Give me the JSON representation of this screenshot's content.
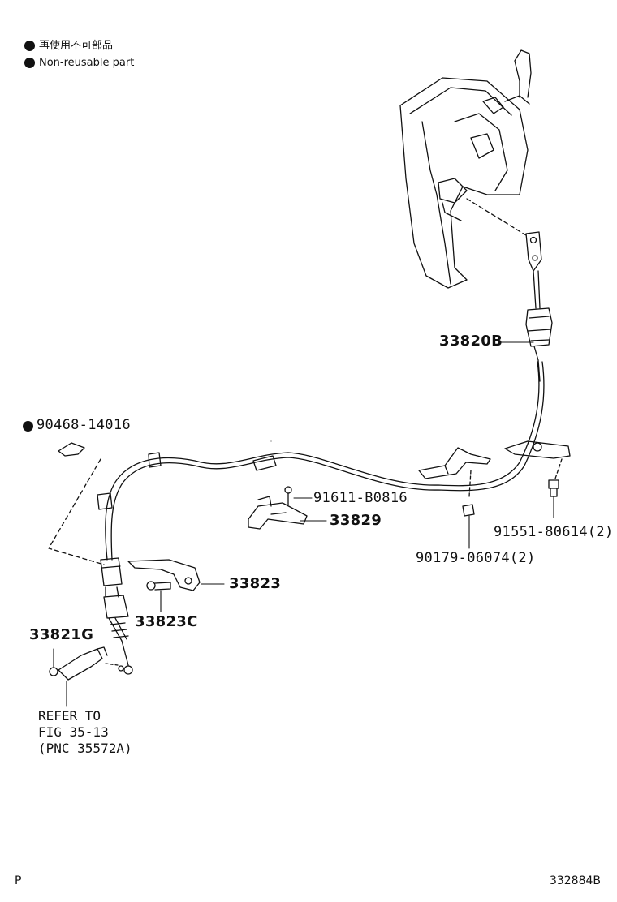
{
  "legend": {
    "japanese": "再使用不可部品",
    "english": "Non-reusable part"
  },
  "parts": {
    "p33820B": "33820B",
    "p90468": "90468-14016",
    "p91611": "91611-B0816",
    "p33829": "33829",
    "p91551": "91551-80614(2)",
    "p90179": "90179-06074(2)",
    "p33823": "33823",
    "p33823C": "33823C",
    "p33821G": "33821G"
  },
  "note": {
    "line1": "REFER TO",
    "line2": "FIG 35-13",
    "line3": "(PNC 35572A)"
  },
  "footer": {
    "left": "P",
    "right": "332884B"
  }
}
